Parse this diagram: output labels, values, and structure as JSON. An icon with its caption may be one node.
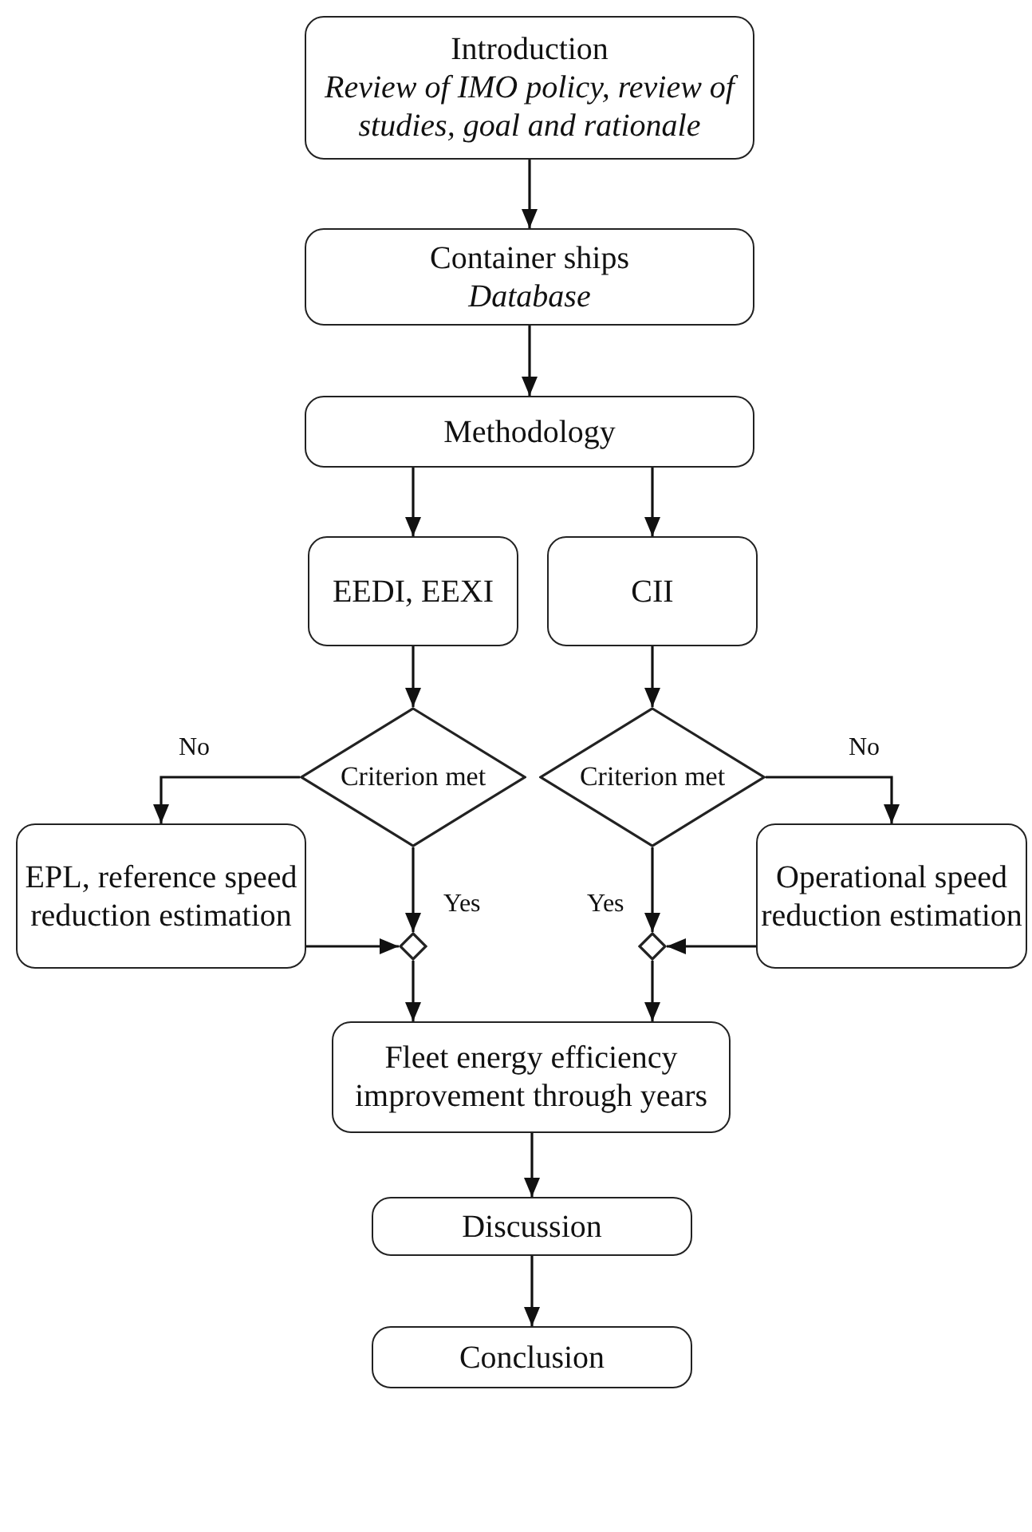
{
  "diagram": {
    "nodes": [
      {
        "text": [
          "Introduction",
          "Review of IMO policy, review of studies, goal and rationale"
        ]
      },
      {
        "text": [
          "Container ships",
          "Database"
        ]
      },
      {
        "text": [
          "Methodology"
        ]
      },
      {
        "text": [
          "EEDI, EEXI"
        ]
      },
      {
        "text": [
          "CII"
        ]
      },
      {
        "text": [
          "Criterion met"
        ]
      },
      {
        "text": [
          "Criterion met"
        ]
      },
      {
        "text": [
          "EPL, reference speed reduction estimation"
        ]
      },
      {
        "text": [
          "Operational speed reduction estimation"
        ]
      },
      {
        "text": [],
        "shape": "diamond"
      },
      {
        "text": [],
        "shape": "diamond"
      },
      {
        "text": [
          "Fleet energy efficiency improvement through years"
        ]
      },
      {
        "text": [
          "Discussion"
        ]
      },
      {
        "text": [
          "Conclusion"
        ]
      }
    ],
    "edges": [
      {
        "from": 0,
        "to": 1,
        "arrow": "to"
      },
      {
        "from": 1,
        "to": 2,
        "arrow": "to"
      },
      {
        "from": 2,
        "to": 3,
        "arrow": "to"
      },
      {
        "from": 2,
        "to": 4,
        "arrow": "to"
      },
      {
        "from": 3,
        "to": 5,
        "arrow": "to"
      },
      {
        "from": 4,
        "to": 6,
        "arrow": "to"
      },
      {
        "from": 5,
        "to": 7,
        "arrow": "to",
        "label": "No"
      },
      {
        "from": 6,
        "to": 8,
        "arrow": "to",
        "label": "No"
      },
      {
        "from": 5,
        "to": 9,
        "arrow": "to",
        "label": "Yes"
      },
      {
        "from": 6,
        "to": 10,
        "arrow": "to",
        "label": "Yes"
      },
      {
        "from": 7,
        "to": 9,
        "arrow": "to"
      },
      {
        "from": 8,
        "to": 10,
        "arrow": "to"
      },
      {
        "from": 9,
        "to": 11,
        "arrow": "to"
      },
      {
        "from": 10,
        "to": 11,
        "arrow": "to"
      },
      {
        "from": 11,
        "to": 12,
        "arrow": "to"
      },
      {
        "from": 12,
        "to": 13,
        "arrow": "to"
      }
    ]
  }
}
